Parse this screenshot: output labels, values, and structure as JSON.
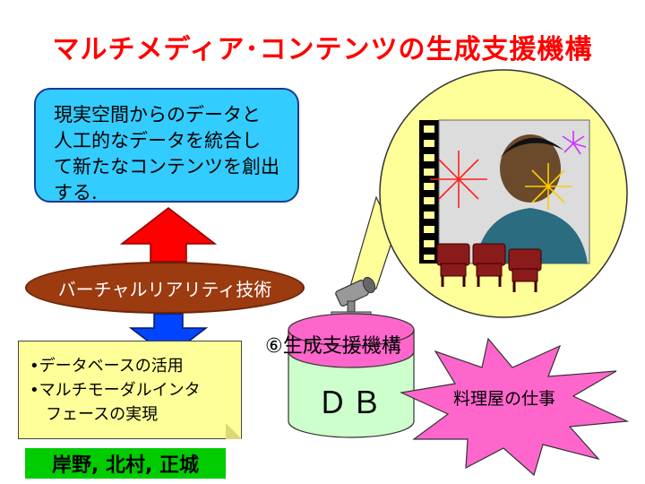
{
  "slide": {
    "title": "マルチメディア･コンテンツの生成支援機構",
    "cyan_box": {
      "lines": [
        "現実空間からのデータと",
        "人工的なデータを統合し",
        "て新たなコンテンツを創出",
        "する."
      ]
    },
    "vr_label": "バーチャルリアリティ技術",
    "yellow_box": {
      "lines": [
        "•データベースの活用",
        "•マルチモーダルインタ",
        "　フェースの実現"
      ]
    },
    "authors": "岸野, 北村, 正城",
    "db_caption": "⑥生成支援機構",
    "db_label": "ＤＢ",
    "burst_label": "料理屋の仕事",
    "colors": {
      "title": "#ff0000",
      "cyan_box": "#33ccff",
      "vr_ellipse": "#9c3a10",
      "yellow_box": "#ffff99",
      "authors_bg": "#00cc00",
      "db_top": "#ff66cc",
      "db_body": "#ccffcc",
      "burst": "#ff66cc",
      "arrow_up": "#ff0000",
      "arrow_down": "#0044ff",
      "spotlight": "#ffff99"
    }
  }
}
